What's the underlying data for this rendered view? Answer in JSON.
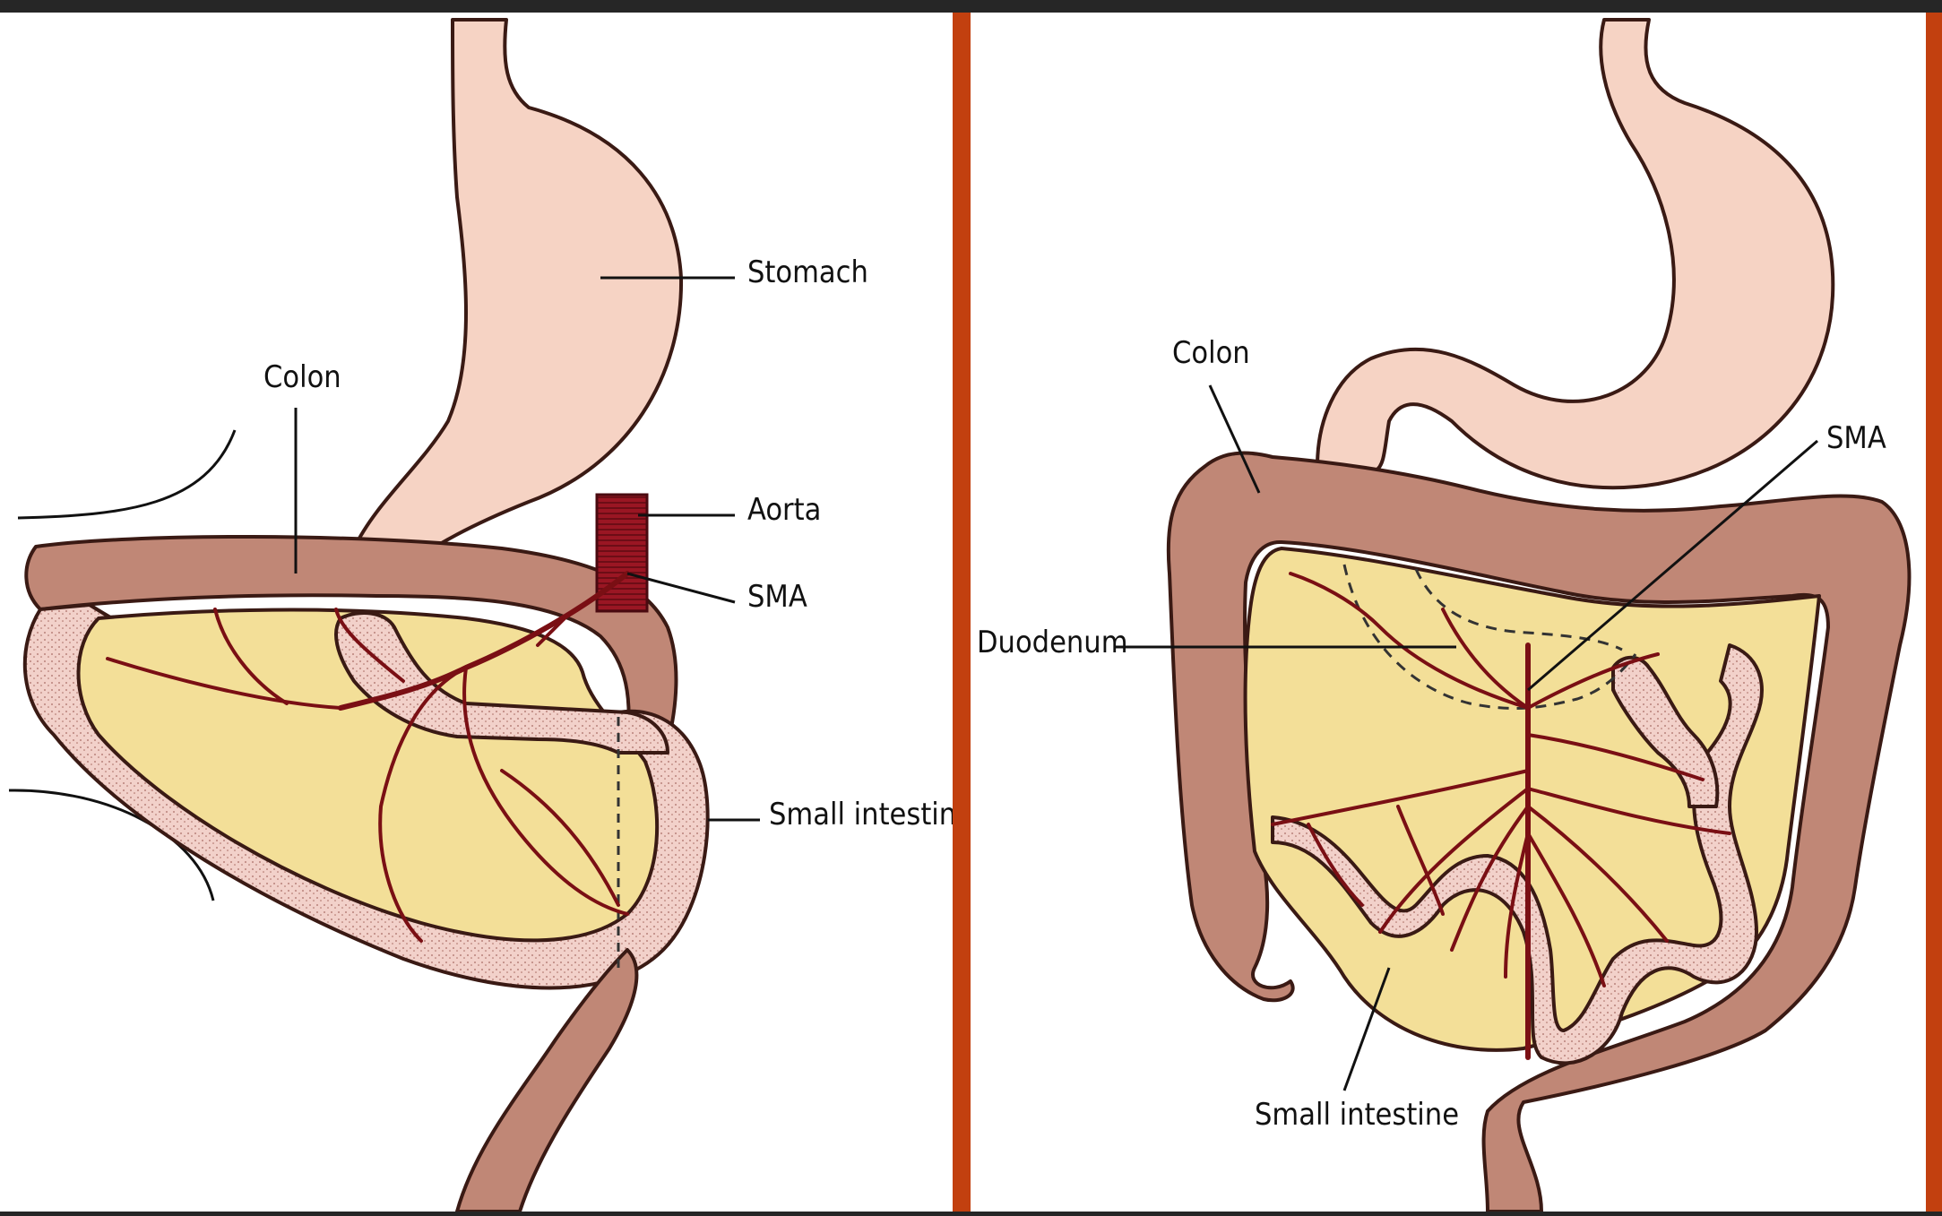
{
  "panels": [
    {
      "id": "left",
      "labels": {
        "stomach": "Stomach",
        "colon": "Colon",
        "aorta": "Aorta",
        "sma": "SMA",
        "small_intestine": "Small intestine"
      }
    },
    {
      "id": "right",
      "labels": {
        "colon": "Colon",
        "sma": "SMA",
        "duodenum": "Duodenum",
        "small_intestine": "Small intestine"
      }
    }
  ],
  "colors": {
    "background_bar": "#262626",
    "divider": "#c2400f",
    "stomach_fill": "#f6d3c4",
    "colon_fill": "#c08776",
    "mesentery_fill": "#f3df98",
    "small_intestine_fill": "#f0ccc4",
    "vessel": "#7a0f14",
    "aorta": "#9a1623"
  }
}
